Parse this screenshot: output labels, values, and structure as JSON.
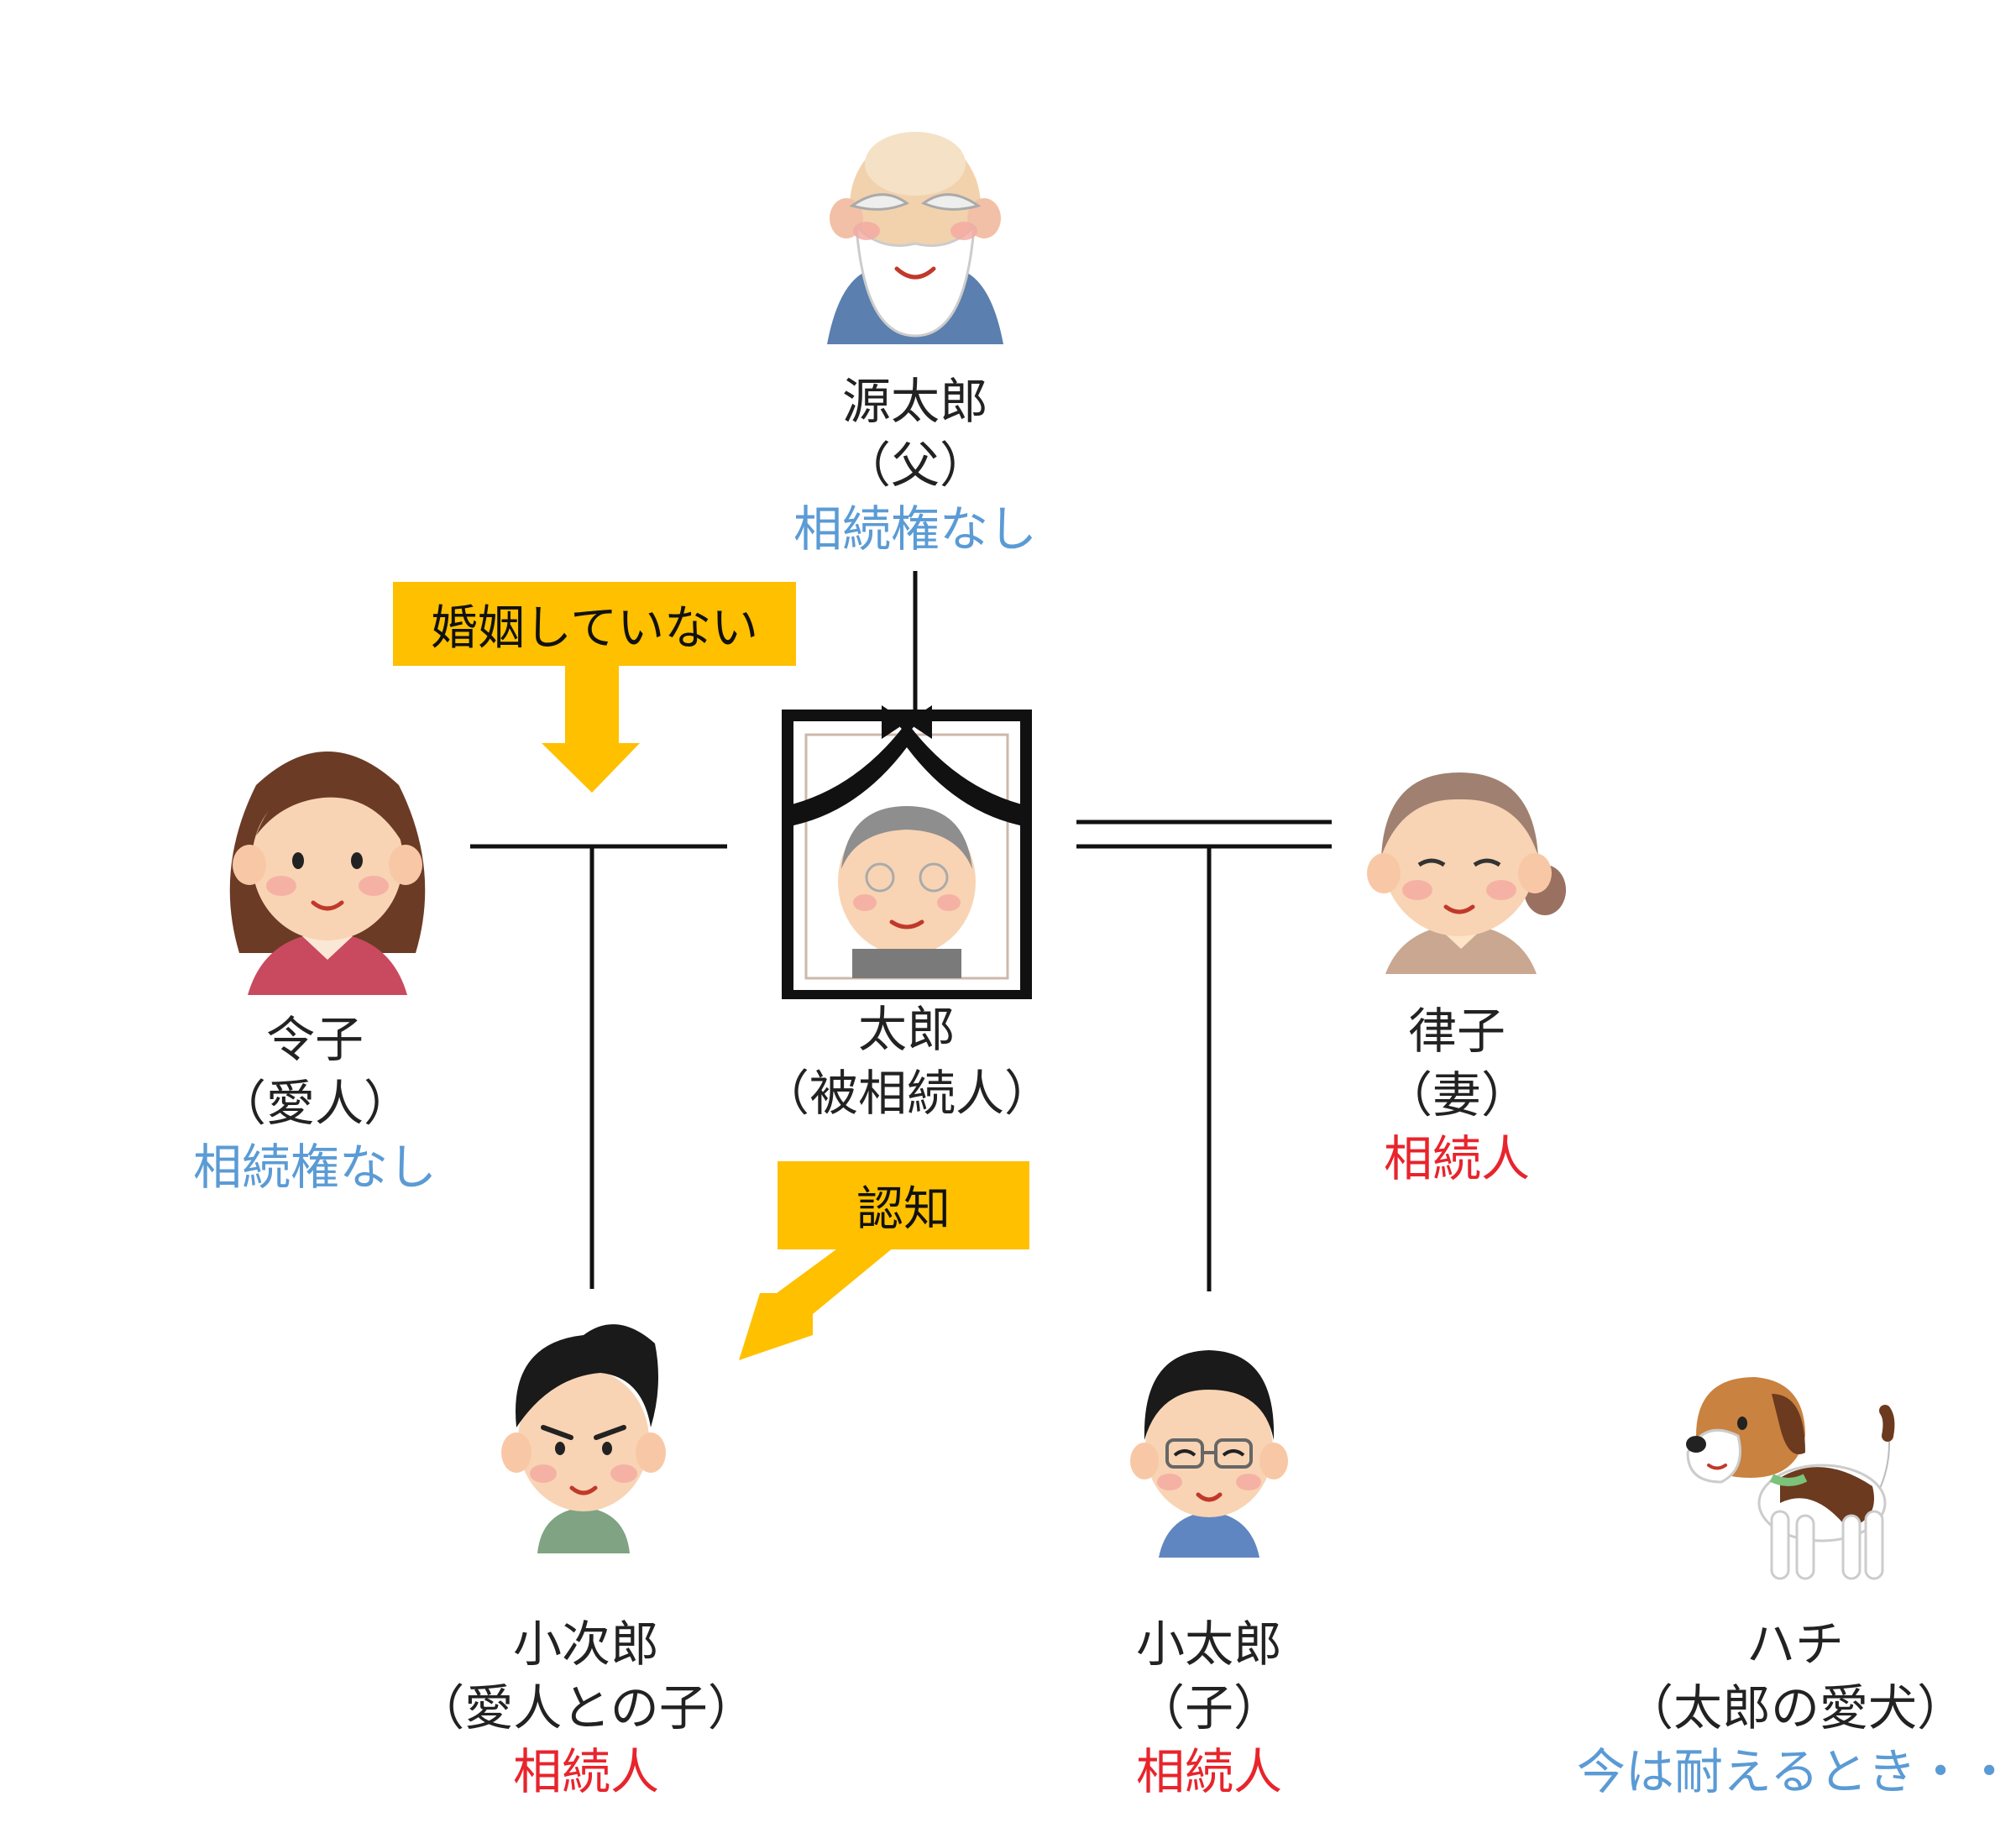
{
  "colors": {
    "heir": "#e8242c",
    "no_right": "#5b9bd5",
    "callout": "#ffc000",
    "line": "#111111"
  },
  "people": {
    "father": {
      "name": "源太郎",
      "role": "（父）",
      "status": "相続権なし",
      "status_type": "no_right"
    },
    "mistress": {
      "name": "令子",
      "role": "（愛人）",
      "status": "相続権なし",
      "status_type": "no_right"
    },
    "deceased": {
      "name": "太郎",
      "role": "（被相続人）"
    },
    "wife": {
      "name": "律子",
      "role": "（妻）",
      "status": "相続人",
      "status_type": "heir"
    },
    "son_mistress": {
      "name": "小次郎",
      "role": "（愛人との子）",
      "status": "相続人",
      "status_type": "heir"
    },
    "son": {
      "name": "小太郎",
      "role": "（子）",
      "status": "相続人",
      "status_type": "heir"
    },
    "dog": {
      "name": "ハチ",
      "role": "（太郎の愛犬）",
      "status": "今は耐えるとき・・",
      "status_type": "no_right"
    }
  },
  "callouts": {
    "unmarried": "婚姻していない",
    "acknowledged": "認知"
  },
  "icons": {
    "father": "bearded-grandfather-icon",
    "mistress": "woman-icon",
    "deceased": "memorial-portrait-icon",
    "wife": "grandmother-icon",
    "son_mistress": "angry-man-icon",
    "son": "glasses-man-icon",
    "dog": "beagle-dog-icon"
  }
}
